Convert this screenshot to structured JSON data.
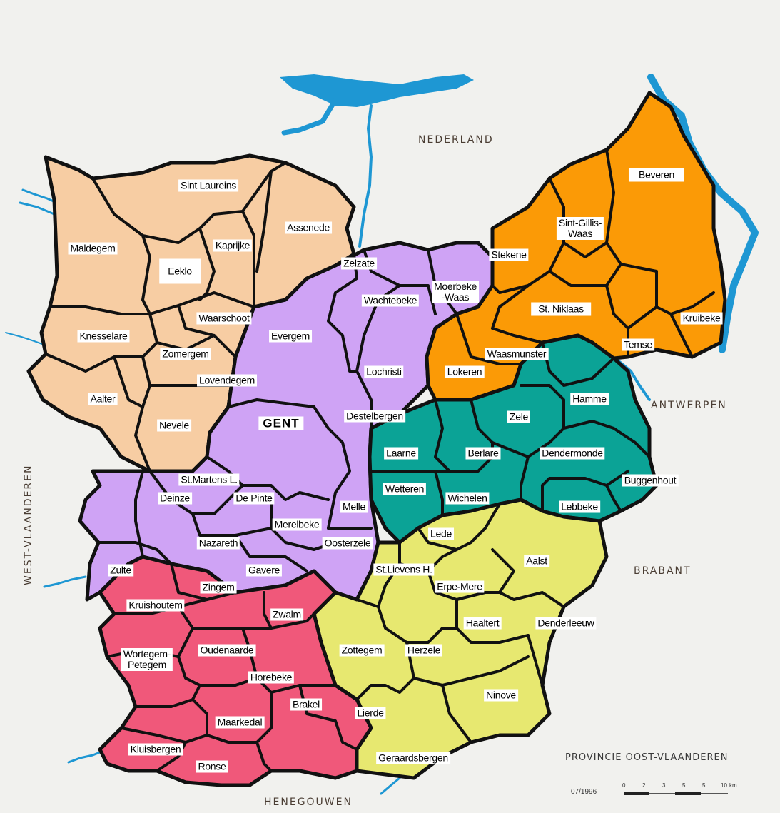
{
  "colors": {
    "background": "#f1f1ee",
    "meetjesland": "#f7cda3",
    "gent": "#cfa3f5",
    "waasland": "#fb9a06",
    "dendermonde": "#0ba396",
    "aalst": "#e7e870",
    "oudenaarde": "#f0587a",
    "water": "#1e97d3",
    "border": "#111111"
  },
  "neighbors": {
    "north": "NEDERLAND",
    "east": "ANTWERPEN",
    "southeast": "BRABANT",
    "south": "HENEGOUWEN",
    "west": "WEST-VLAANDEREN"
  },
  "footer": {
    "title": "PROVINCIE OOST-VLAANDEREN",
    "date": "07/1996",
    "scale_unit": "km",
    "scale_ticks": [
      "0",
      "2",
      "3",
      "5",
      "5",
      "10"
    ]
  },
  "municipalities": [
    {
      "name": "Sint Laureins",
      "region": "meetjesland"
    },
    {
      "name": "Maldegem",
      "region": "meetjesland"
    },
    {
      "name": "Assenede",
      "region": "meetjesland"
    },
    {
      "name": "Kaprijke",
      "region": "meetjesland"
    },
    {
      "name": "Eeklo",
      "region": "meetjesland"
    },
    {
      "name": "Waarschoot",
      "region": "meetjesland"
    },
    {
      "name": "Knesselare",
      "region": "meetjesland"
    },
    {
      "name": "Zomergem",
      "region": "meetjesland"
    },
    {
      "name": "Lovendegem",
      "region": "meetjesland"
    },
    {
      "name": "Aalter",
      "region": "meetjesland"
    },
    {
      "name": "Nevele",
      "region": "meetjesland"
    },
    {
      "name": "Zelzate",
      "region": "gent"
    },
    {
      "name": "Wachtebeke",
      "region": "gent"
    },
    {
      "name": "Moerbeke\n-Waas",
      "region": "gent"
    },
    {
      "name": "Evergem",
      "region": "gent"
    },
    {
      "name": "Lochristi",
      "region": "gent"
    },
    {
      "name": "GENT",
      "region": "gent"
    },
    {
      "name": "Destelbergen",
      "region": "gent"
    },
    {
      "name": "St.Martens L.",
      "region": "gent"
    },
    {
      "name": "Deinze",
      "region": "gent"
    },
    {
      "name": "De Pinte",
      "region": "gent"
    },
    {
      "name": "Melle",
      "region": "gent"
    },
    {
      "name": "Merelbeke",
      "region": "gent"
    },
    {
      "name": "Nazareth",
      "region": "gent"
    },
    {
      "name": "Oosterzele",
      "region": "gent"
    },
    {
      "name": "Zulte",
      "region": "gent"
    },
    {
      "name": "Gavere",
      "region": "gent"
    },
    {
      "name": "Beveren",
      "region": "waasland"
    },
    {
      "name": "Sint-Gillis-\nWaas",
      "region": "waasland"
    },
    {
      "name": "Stekene",
      "region": "waasland"
    },
    {
      "name": "St. Niklaas",
      "region": "waasland"
    },
    {
      "name": "Kruibeke",
      "region": "waasland"
    },
    {
      "name": "Temse",
      "region": "waasland"
    },
    {
      "name": "Waasmunster",
      "region": "waasland"
    },
    {
      "name": "Lokeren",
      "region": "waasland"
    },
    {
      "name": "Hamme",
      "region": "dendermonde"
    },
    {
      "name": "Zele",
      "region": "dendermonde"
    },
    {
      "name": "Laarne",
      "region": "dendermonde"
    },
    {
      "name": "Berlare",
      "region": "dendermonde"
    },
    {
      "name": "Dendermonde",
      "region": "dendermonde"
    },
    {
      "name": "Buggenhout",
      "region": "dendermonde"
    },
    {
      "name": "Wetteren",
      "region": "dendermonde"
    },
    {
      "name": "Wichelen",
      "region": "dendermonde"
    },
    {
      "name": "Lebbeke",
      "region": "dendermonde"
    },
    {
      "name": "Lede",
      "region": "aalst"
    },
    {
      "name": "Aalst",
      "region": "aalst"
    },
    {
      "name": "St.Lievens H.",
      "region": "aalst"
    },
    {
      "name": "Erpe-Mere",
      "region": "aalst"
    },
    {
      "name": "Haaltert",
      "region": "aalst"
    },
    {
      "name": "Denderleeuw",
      "region": "aalst"
    },
    {
      "name": "Zottegem",
      "region": "aalst"
    },
    {
      "name": "Herzele",
      "region": "aalst"
    },
    {
      "name": "Ninove",
      "region": "aalst"
    },
    {
      "name": "Geraardsbergen",
      "region": "aalst"
    },
    {
      "name": "Lierde",
      "region": "oudenaarde"
    },
    {
      "name": "Zingem",
      "region": "oudenaarde"
    },
    {
      "name": "Kruishoutem",
      "region": "oudenaarde"
    },
    {
      "name": "Zwalm",
      "region": "oudenaarde"
    },
    {
      "name": "Wortegem-\nPetegem",
      "region": "oudenaarde"
    },
    {
      "name": "Oudenaarde",
      "region": "oudenaarde"
    },
    {
      "name": "Horebeke",
      "region": "oudenaarde"
    },
    {
      "name": "Brakel",
      "region": "oudenaarde"
    },
    {
      "name": "Maarkedal",
      "region": "oudenaarde"
    },
    {
      "name": "Kluisbergen",
      "region": "oudenaarde"
    },
    {
      "name": "Ronse",
      "region": "oudenaarde"
    }
  ]
}
